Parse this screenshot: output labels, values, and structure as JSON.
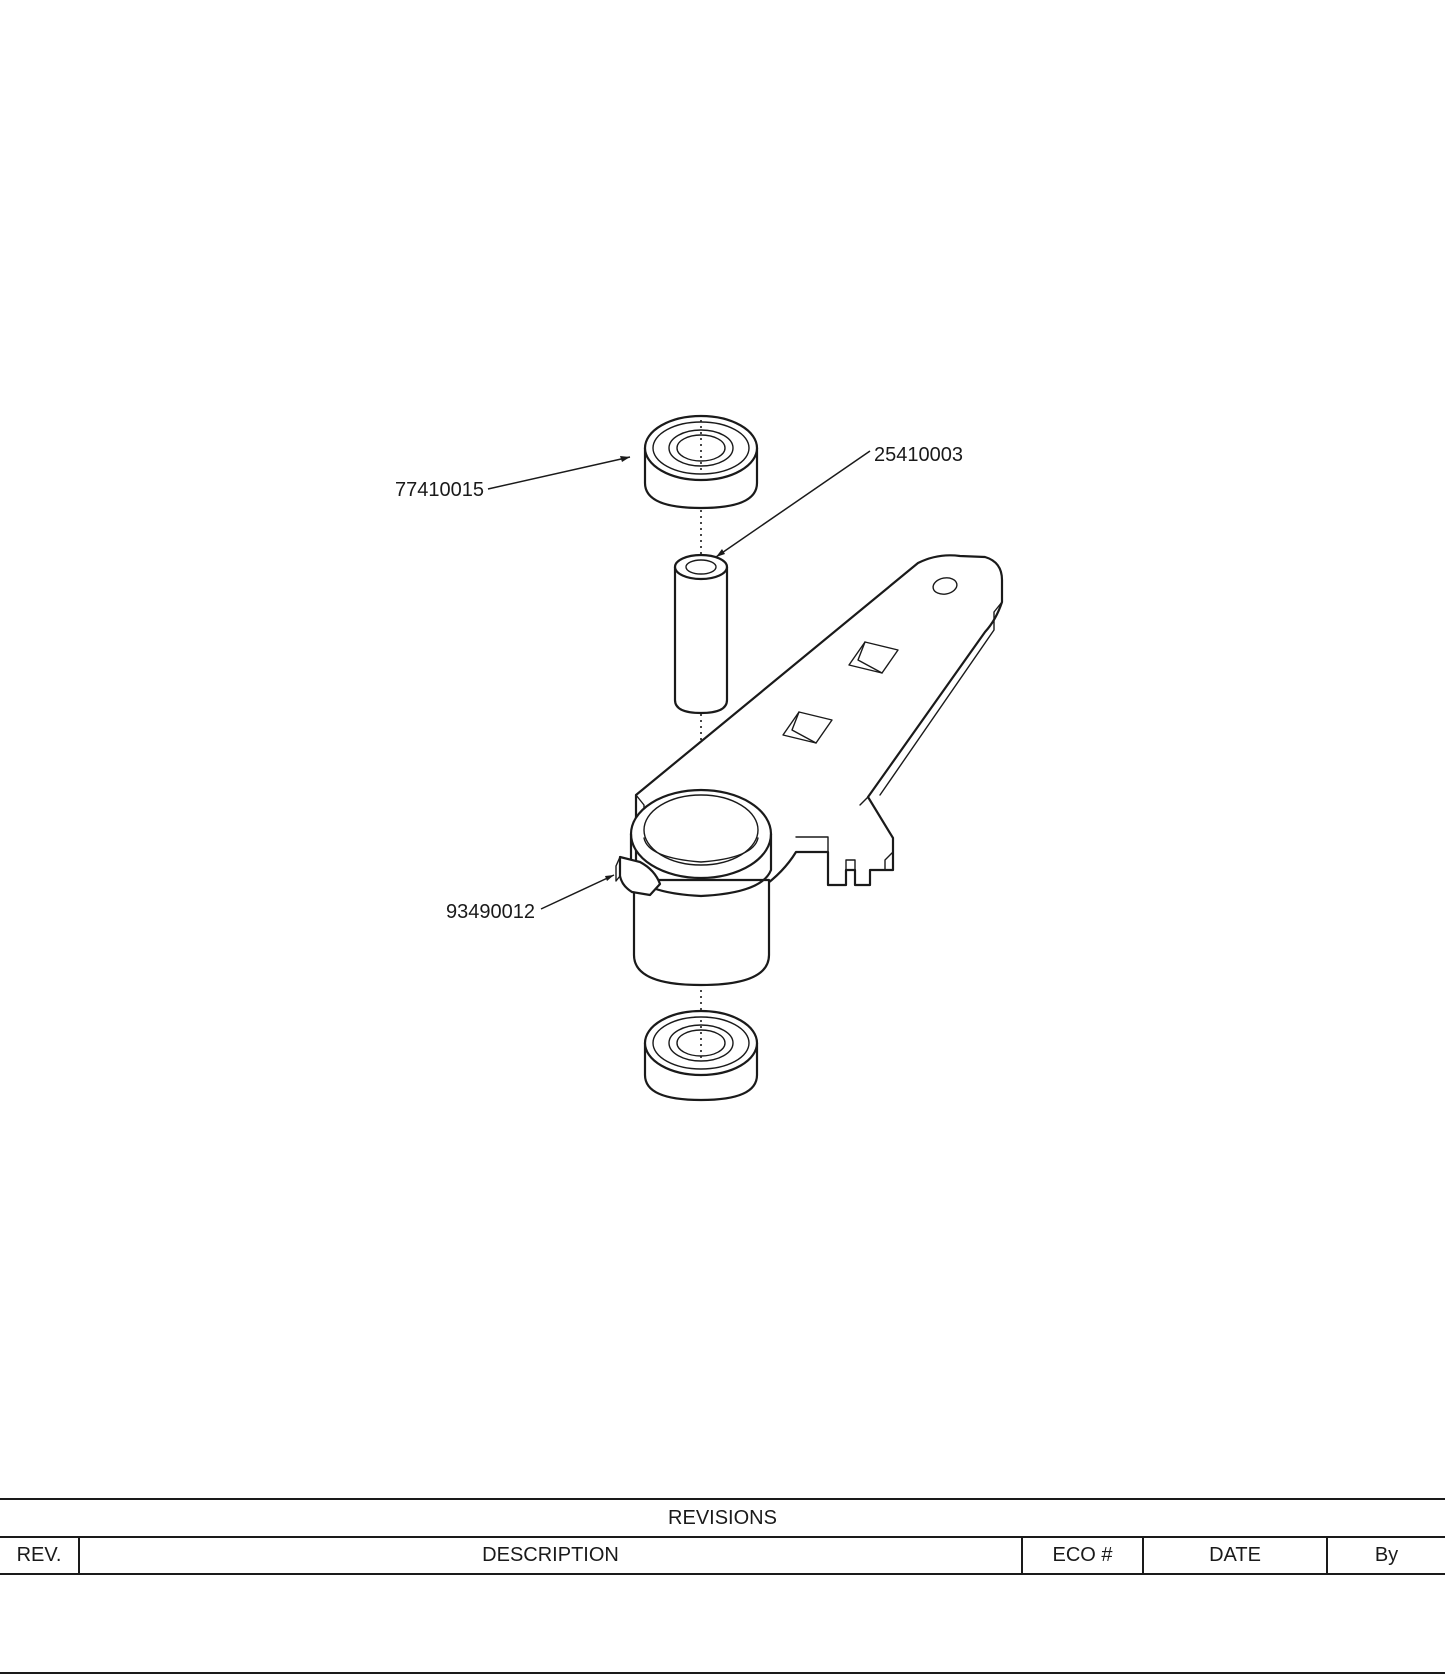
{
  "drawing": {
    "callouts": {
      "bearing_top": "77410015",
      "spacer": "25410003",
      "arm": "93490012"
    }
  },
  "revisions": {
    "title": "REVISIONS",
    "headers": {
      "rev": "REV.",
      "description": "DESCRIPTION",
      "eco": "ECO #",
      "date": "DATE",
      "by": "By"
    }
  }
}
